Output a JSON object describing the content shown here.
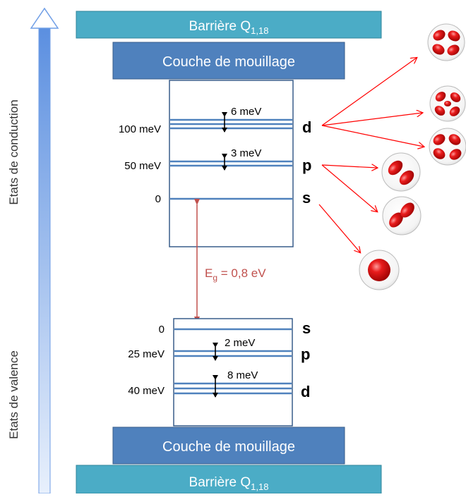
{
  "axis": {
    "conduction_label": "Etats de conduction",
    "valence_label": "Etats de valence"
  },
  "barrier_top": {
    "label": "Barrière Q",
    "subscript": "1,18"
  },
  "barrier_bottom": {
    "label": "Barrière Q",
    "subscript": "1,18"
  },
  "wetting_top": {
    "label": "Couche de mouillage"
  },
  "wetting_bottom": {
    "label": "Couche de mouillage"
  },
  "conduction": {
    "levels": [
      {
        "energy": "100 meV",
        "orbital": "d",
        "splitting": "6 meV"
      },
      {
        "energy": "50 meV",
        "orbital": "p",
        "splitting": "3 meV"
      },
      {
        "energy": "0",
        "orbital": "s",
        "splitting": ""
      }
    ]
  },
  "valence": {
    "levels": [
      {
        "energy": "0",
        "orbital": "s",
        "splitting": ""
      },
      {
        "energy": "25 meV",
        "orbital": "p",
        "splitting": "2 meV"
      },
      {
        "energy": "40 meV",
        "orbital": "d",
        "splitting": "8 meV"
      }
    ]
  },
  "gap": {
    "prefix": "E",
    "subscript": "g",
    "value": " = 0,8 eV"
  },
  "colors": {
    "barrier": "#4bacc6",
    "barrier_border": "#31869b",
    "wetting": "#4f81bd",
    "wetting_border": "#385d8a",
    "level_line": "#4f81bd",
    "gap_arrow": "#c0504d",
    "orbital_arrow": "#ff0000",
    "orbital_fill": "#e00000",
    "axis_arrow": "#7aa7e8"
  }
}
